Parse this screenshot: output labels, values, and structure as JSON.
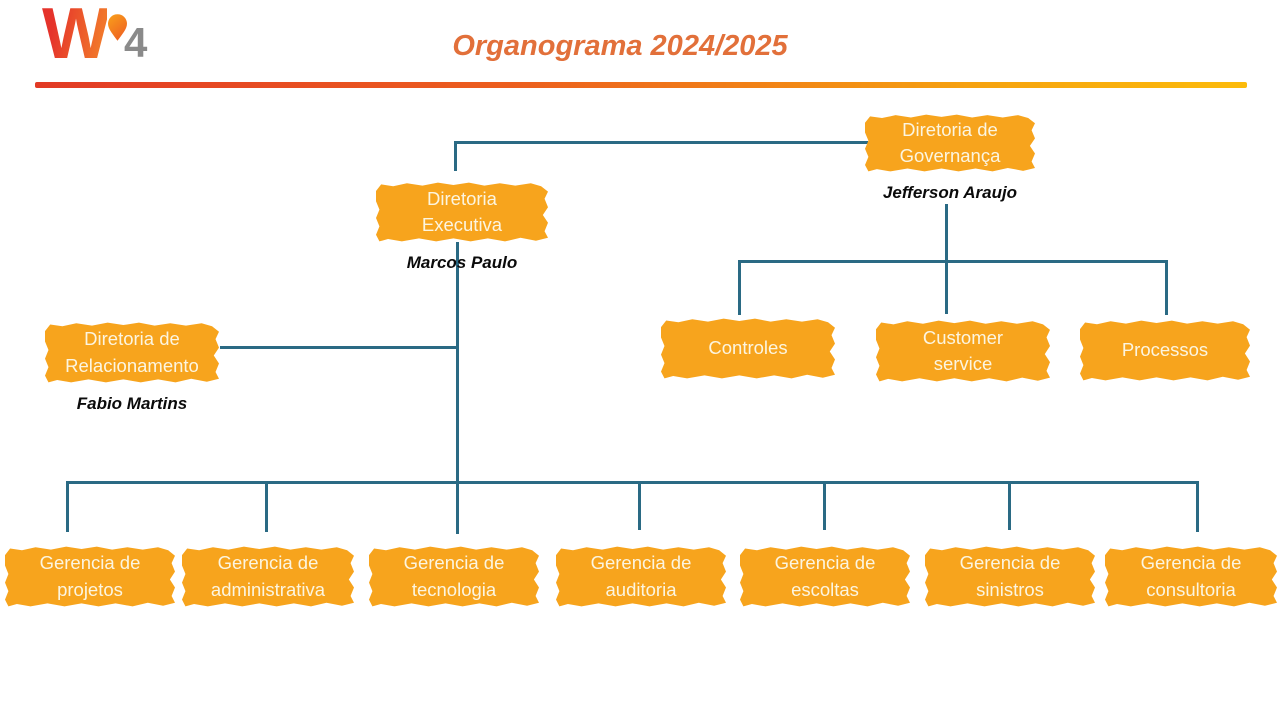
{
  "header": {
    "logo": {
      "letter": "W",
      "number": "4"
    },
    "title": "Organograma 2024/2025"
  },
  "colors": {
    "box_fill": "#F7A41D",
    "box_text": "#FCF5E0",
    "connector": "#2A6A84",
    "title_text": "#E2703A",
    "person_text": "#0B0B0B",
    "rule_gradient": [
      "#E23A25",
      "#EC5F1E",
      "#F6A30F",
      "#FCBB0B"
    ],
    "logo_w_gradient": [
      "#E5332B",
      "#F1762B"
    ],
    "logo_number_gray": "#8A8A8A"
  },
  "nodes": [
    {
      "id": "governanca",
      "line1": "Diretoria de",
      "line2": "Governança",
      "person": "Jefferson Araujo",
      "parent": null
    },
    {
      "id": "executiva",
      "line1": "Diretoria",
      "line2": "Executiva",
      "person": "Marcos Paulo",
      "parent": "governanca"
    },
    {
      "id": "relacionamento",
      "line1": "Diretoria de",
      "line2": "Relacionamento",
      "person": "Fabio Martins",
      "parent": "executiva"
    },
    {
      "id": "controles",
      "line1": "Controles",
      "line2": "",
      "parent": "governanca"
    },
    {
      "id": "customer",
      "line1": "Customer",
      "line2": "service",
      "parent": "governanca"
    },
    {
      "id": "processos",
      "line1": "Processos",
      "line2": "",
      "parent": "governanca"
    },
    {
      "id": "projetos",
      "line1": "Gerencia de",
      "line2": "projetos",
      "parent": "executiva"
    },
    {
      "id": "administrativa",
      "line1": "Gerencia de",
      "line2": "administrativa",
      "parent": "executiva"
    },
    {
      "id": "tecnologia",
      "line1": "Gerencia de",
      "line2": "tecnologia",
      "parent": "executiva"
    },
    {
      "id": "auditoria",
      "line1": "Gerencia de",
      "line2": "auditoria",
      "parent": "executiva"
    },
    {
      "id": "escoltas",
      "line1": "Gerencia de",
      "line2": "escoltas",
      "parent": "executiva"
    },
    {
      "id": "sinistros",
      "line1": "Gerencia de",
      "line2": "sinistros",
      "parent": "executiva"
    },
    {
      "id": "consultoria",
      "line1": "Gerencia de",
      "line2": "consultoria",
      "parent": "executiva"
    }
  ]
}
